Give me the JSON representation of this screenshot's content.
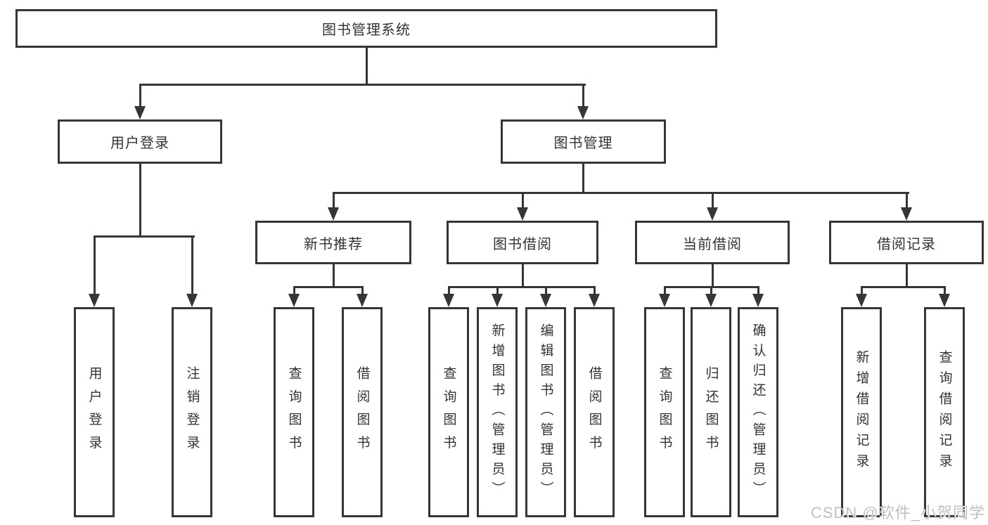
{
  "tree": {
    "label": "图书管理系统",
    "children": [
      {
        "label": "用户登录",
        "children": [
          {
            "label": "用户登录"
          },
          {
            "label": "注销登录"
          }
        ]
      },
      {
        "label": "图书管理",
        "children": [
          {
            "label": "新书推荐",
            "children": [
              {
                "label": "查询图书"
              },
              {
                "label": "借阅图书"
              }
            ]
          },
          {
            "label": "图书借阅",
            "children": [
              {
                "label": "查询图书"
              },
              {
                "label": "新增图书（管理员）"
              },
              {
                "label": "编辑图书（管理员）"
              },
              {
                "label": "借阅图书"
              }
            ]
          },
          {
            "label": "当前借阅",
            "children": [
              {
                "label": "查询图书"
              },
              {
                "label": "归还图书"
              },
              {
                "label": "确认归还（管理员）"
              }
            ]
          },
          {
            "label": "借阅记录",
            "children": [
              {
                "label": "新增借阅记录"
              },
              {
                "label": "查询借阅记录"
              }
            ]
          }
        ]
      }
    ]
  },
  "watermark": "CSDN @软件_小贺同学",
  "colors": {
    "line": "#363636",
    "text": "#333333",
    "watermark": "#c0c0c0",
    "background": "#ffffff"
  }
}
